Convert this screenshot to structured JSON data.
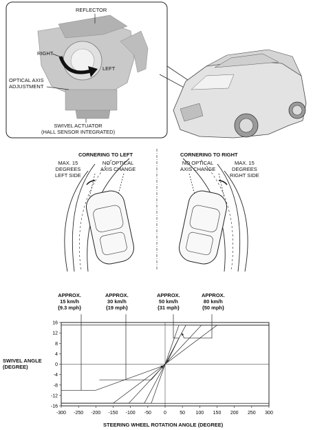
{
  "top_panel": {
    "reflector": "REFLECTOR",
    "right": "RIGHT",
    "left": "LEFT",
    "optical_axis": [
      "OPTICAL AXIS",
      "ADJUSTMENT"
    ],
    "swivel_actuator": [
      "SWIVEL ACTUATOR",
      "(HALL SENSOR INTEGRATED)"
    ]
  },
  "cornering": {
    "left_title": "CORNERING TO LEFT",
    "right_title": "CORNERING TO RIGHT",
    "max_left": [
      "MAX. 15",
      "DEGREES",
      "LEFT SIDE"
    ],
    "max_right": [
      "MAX. 15",
      "DEGREES",
      "RIGHT SIDE"
    ],
    "no_change_left": [
      "NO OPTICAL",
      "AXIS CHANGE"
    ],
    "no_change_right": [
      "NO OPTICAL",
      "AXIS CHANGE"
    ]
  },
  "speed_labels": [
    [
      "APPROX.",
      "15 km/h",
      "{9.3 mph}"
    ],
    [
      "APPROX.",
      "30 km/h",
      "{19 mph}"
    ],
    [
      "APPROX.",
      "50 km/h",
      "{31 mph}"
    ],
    [
      "APPROX.",
      "80 km/h",
      "{50 mph}"
    ]
  ],
  "chart_data": {
    "type": "line",
    "xlabel": "STEERING WHEEL ROTATION ANGLE (DEGREE)",
    "ylabel": [
      "SWIVEL ANGLE",
      "(DEGREE)"
    ],
    "xlim": [
      -300,
      300
    ],
    "ylim": [
      -16,
      16
    ],
    "x_ticks": [
      -300,
      -250,
      -200,
      -150,
      -100,
      -50,
      0,
      50,
      100,
      150,
      200,
      250,
      300
    ],
    "y_ticks": [
      16,
      12,
      8,
      4,
      0,
      -4,
      -8,
      -12,
      -16
    ],
    "grid": false,
    "series": [
      {
        "points": [
          [
            -300,
            -15
          ],
          [
            -40,
            -15
          ],
          [
            0,
            0
          ],
          [
            40,
            15
          ],
          [
            300,
            15
          ]
        ]
      },
      {
        "points": [
          [
            -300,
            -15
          ],
          [
            -60,
            -15
          ],
          [
            0,
            0
          ],
          [
            60,
            15
          ],
          [
            300,
            15
          ]
        ]
      },
      {
        "points": [
          [
            -300,
            -15
          ],
          [
            -105,
            -15
          ],
          [
            0,
            0
          ],
          [
            105,
            15
          ],
          [
            300,
            15
          ]
        ]
      },
      {
        "points": [
          [
            -300,
            -15
          ],
          [
            -150,
            -15
          ],
          [
            0,
            0
          ],
          [
            150,
            15
          ],
          [
            300,
            15
          ]
        ]
      }
    ]
  }
}
